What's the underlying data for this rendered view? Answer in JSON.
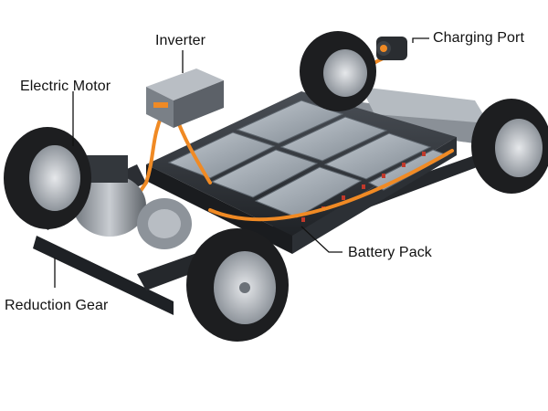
{
  "labels": {
    "inverter": "Inverter",
    "charging_port": "Charging Port",
    "electric_motor": "Electric Motor",
    "battery_pack": "Battery Pack",
    "reduction_gear": "Reduction Gear"
  },
  "colors": {
    "background": "#ffffff",
    "cable_orange": "#f08a24",
    "battery_cell": "#9aa4ad",
    "frame_dark": "#2b2e33",
    "tire": "#1d1e20",
    "rim": "#c7cbd0",
    "leader_line": "#111111"
  }
}
